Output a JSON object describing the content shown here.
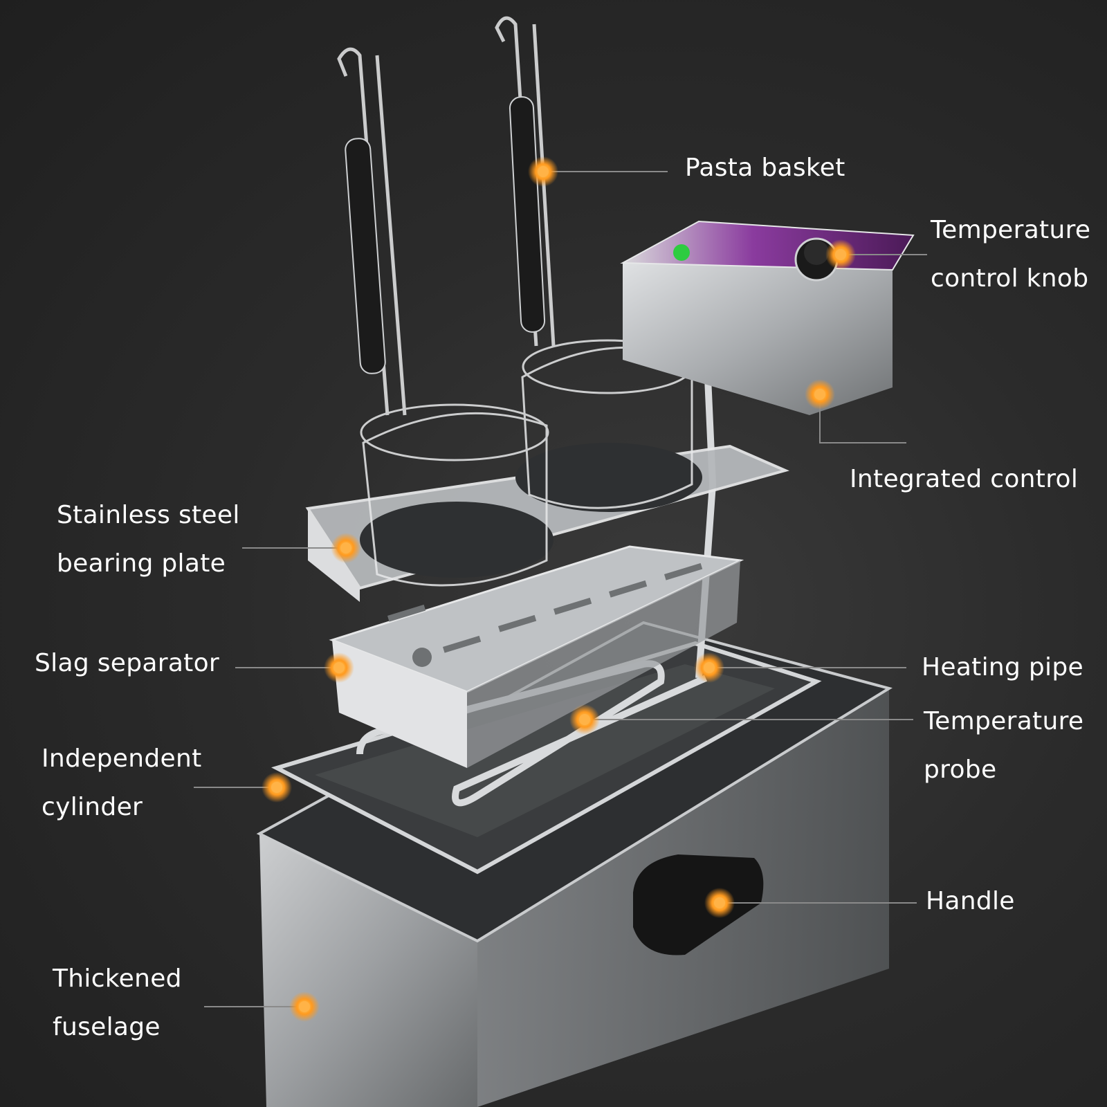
{
  "colors": {
    "background": "#262626",
    "callout_dot": "#ff9a1f",
    "callout_line": "#8a8a8a",
    "steel": "#b9bcbf",
    "panel_accent": "#7a2a8c",
    "power_light": "#2ecc40"
  },
  "callouts": {
    "pasta_basket": {
      "lines": [
        "Pasta basket"
      ]
    },
    "temperature_control_knob": {
      "lines": [
        "Temperature",
        "control knob"
      ]
    },
    "integrated_control": {
      "lines": [
        "Integrated control"
      ]
    },
    "stainless_steel_bearing_plate": {
      "lines": [
        "Stainless steel",
        "bearing plate"
      ]
    },
    "slag_separator": {
      "lines": [
        "Slag separator"
      ]
    },
    "heating_pipe": {
      "lines": [
        "Heating pipe"
      ]
    },
    "temperature_probe": {
      "lines": [
        "Temperature",
        "probe"
      ]
    },
    "independent_cylinder": {
      "lines": [
        "Independent",
        "cylinder"
      ]
    },
    "handle": {
      "lines": [
        "Handle"
      ]
    },
    "thickened_fuselage": {
      "lines": [
        "Thickened",
        "fuselage"
      ]
    }
  }
}
